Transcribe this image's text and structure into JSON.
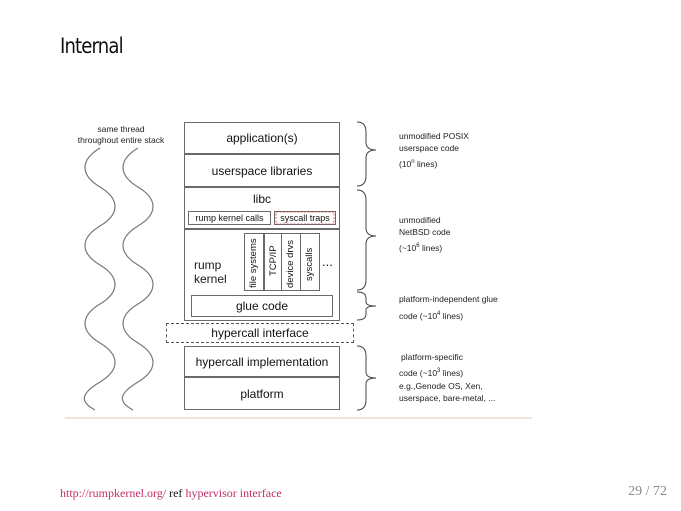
{
  "slide": {
    "title": "Internal",
    "footer": {
      "link1": "http://rumpkernel.org/",
      "middle": " ref ",
      "link2": "hypervisor interface"
    },
    "page": "29 / 72"
  },
  "diagram": {
    "left_label": "same thread\nthroughout entire stack",
    "layers": {
      "application": "application(s)",
      "userspace_libraries": "userspace libraries",
      "libc": "libc",
      "rump_kernel_calls": "rump kernel calls",
      "syscall_traps": "syscall traps",
      "rump_kernel": "rump\nkernel",
      "file_systems": "file systems",
      "tcp_ip": "TCP/IP",
      "device_drvs": "device drvs",
      "syscalls": "syscalls",
      "ellipsis": "...",
      "glue_code": "glue code",
      "hypercall_interface": "hypercall interface",
      "hypercall_implementation": "hypercall implementation",
      "platform": "platform"
    },
    "right_labels": {
      "posix_1": "unmodified POSIX",
      "posix_2": "userspace code",
      "posix_3_pre": "(10",
      "posix_3_sup": "n",
      "posix_3_post": " lines)",
      "netbsd_1": "unmodified",
      "netbsd_2": "NetBSD code",
      "netbsd_3_pre": "(~10",
      "netbsd_3_sup": "6",
      "netbsd_3_post": " lines)",
      "glue_1": "platform-independent glue",
      "glue_2_pre": "code (~10",
      "glue_2_sup": "4",
      "glue_2_post": " lines)",
      "platform_1": "platform-specific",
      "platform_2_pre": "code (~10",
      "platform_2_sup": "3",
      "platform_2_post": " lines)",
      "platform_3": "e.g.,Genode OS, Xen,",
      "platform_4": "userspace, bare-metal, ..."
    },
    "colors": {
      "red_dashed": "#d04040",
      "link": "#c0306a",
      "page": "#888888"
    }
  }
}
